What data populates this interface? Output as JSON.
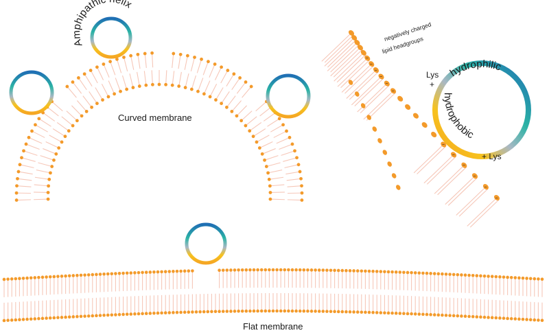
{
  "labels": {
    "amphipathic_helix": "Amphipathic helix",
    "curved_membrane": "Curved membrane",
    "flat_membrane": "Flat membrane",
    "negatively_charged": "negatively charged",
    "lipid_headgroups": "lipid headgroups",
    "hydrophilic": "hydrophilic",
    "hydrophobic": "hydrophobic",
    "lys": "Lys",
    "lys_plus": "+ Lys",
    "plus": "+",
    "minus": "−"
  },
  "colors": {
    "headgroup": "#f39a2a",
    "tail": "#f6c7b8",
    "hydrophilic_blue": "#1f6fb4",
    "hydrophilic_teal": "#2bb3a5",
    "neutral_gray": "#a9b8c4",
    "hydrophobic_yellow": "#f7c21d",
    "hydrophobic_orange": "#f5a623",
    "text": "#1a1a1a"
  }
}
